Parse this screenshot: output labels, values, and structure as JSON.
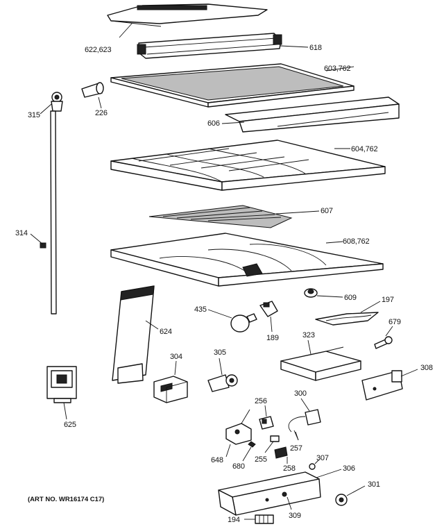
{
  "art_number": "(ART NO. WR16174 C17)",
  "callouts": [
    {
      "id": "c622",
      "text": "622,623"
    },
    {
      "id": "c618",
      "text": "618"
    },
    {
      "id": "c603",
      "text": "603,762"
    },
    {
      "id": "c315",
      "text": "315"
    },
    {
      "id": "c226",
      "text": "226"
    },
    {
      "id": "c606",
      "text": "606"
    },
    {
      "id": "c604",
      "text": "604,762"
    },
    {
      "id": "c607",
      "text": "607"
    },
    {
      "id": "c314",
      "text": "314"
    },
    {
      "id": "c608",
      "text": "608,762"
    },
    {
      "id": "c609",
      "text": "609"
    },
    {
      "id": "c435",
      "text": "435"
    },
    {
      "id": "c197",
      "text": "197"
    },
    {
      "id": "c624",
      "text": "624"
    },
    {
      "id": "c189",
      "text": "189"
    },
    {
      "id": "c679",
      "text": "679"
    },
    {
      "id": "c323",
      "text": "323"
    },
    {
      "id": "c304",
      "text": "304"
    },
    {
      "id": "c305",
      "text": "305"
    },
    {
      "id": "c308",
      "text": "308"
    },
    {
      "id": "c625",
      "text": "625"
    },
    {
      "id": "c256",
      "text": "256"
    },
    {
      "id": "c300",
      "text": "300"
    },
    {
      "id": "c257",
      "text": "257"
    },
    {
      "id": "c648",
      "text": "648"
    },
    {
      "id": "c680",
      "text": "680"
    },
    {
      "id": "c255",
      "text": "255"
    },
    {
      "id": "c307",
      "text": "307"
    },
    {
      "id": "c258",
      "text": "258"
    },
    {
      "id": "c306",
      "text": "306"
    },
    {
      "id": "c301",
      "text": "301"
    },
    {
      "id": "c194",
      "text": "194"
    },
    {
      "id": "c309",
      "text": "309"
    }
  ]
}
